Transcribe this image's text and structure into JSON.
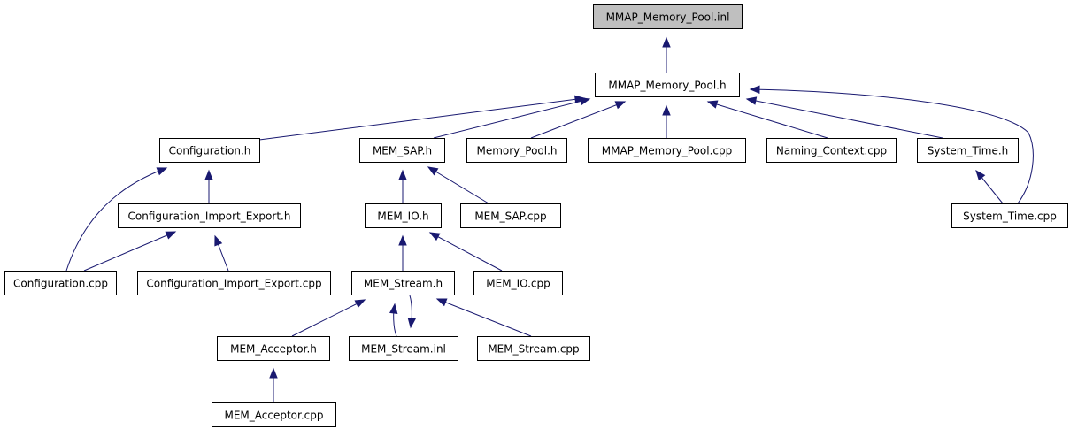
{
  "diagram": {
    "nodes": [
      {
        "id": "root",
        "label": "MMAP_Memory_Pool.inl",
        "highlight": true
      },
      {
        "id": "mmap_h",
        "label": "MMAP_Memory_Pool.h"
      },
      {
        "id": "config_h",
        "label": "Configuration.h"
      },
      {
        "id": "mem_sap_h",
        "label": "MEM_SAP.h"
      },
      {
        "id": "memory_pool_h",
        "label": "Memory_Pool.h"
      },
      {
        "id": "mmap_cpp",
        "label": "MMAP_Memory_Pool.cpp"
      },
      {
        "id": "naming_cpp",
        "label": "Naming_Context.cpp"
      },
      {
        "id": "system_time_h",
        "label": "System_Time.h"
      },
      {
        "id": "config_ie_h",
        "label": "Configuration_Import_Export.h"
      },
      {
        "id": "mem_io_h",
        "label": "MEM_IO.h"
      },
      {
        "id": "mem_sap_cpp",
        "label": "MEM_SAP.cpp"
      },
      {
        "id": "system_time_cpp",
        "label": "System_Time.cpp"
      },
      {
        "id": "config_cpp",
        "label": "Configuration.cpp"
      },
      {
        "id": "config_ie_cpp",
        "label": "Configuration_Import_Export.cpp"
      },
      {
        "id": "mem_stream_h",
        "label": "MEM_Stream.h"
      },
      {
        "id": "mem_io_cpp",
        "label": "MEM_IO.cpp"
      },
      {
        "id": "mem_acceptor_h",
        "label": "MEM_Acceptor.h"
      },
      {
        "id": "mem_stream_inl",
        "label": "MEM_Stream.inl"
      },
      {
        "id": "mem_stream_cpp",
        "label": "MEM_Stream.cpp"
      },
      {
        "id": "mem_acceptor_cpp",
        "label": "MEM_Acceptor.cpp"
      }
    ],
    "edges": [
      {
        "from": "mmap_h",
        "to": "root"
      },
      {
        "from": "config_h",
        "to": "mmap_h"
      },
      {
        "from": "mem_sap_h",
        "to": "mmap_h"
      },
      {
        "from": "memory_pool_h",
        "to": "mmap_h"
      },
      {
        "from": "mmap_cpp",
        "to": "mmap_h"
      },
      {
        "from": "naming_cpp",
        "to": "mmap_h"
      },
      {
        "from": "system_time_h",
        "to": "mmap_h"
      },
      {
        "from": "system_time_cpp",
        "to": "mmap_h"
      },
      {
        "from": "config_ie_h",
        "to": "config_h"
      },
      {
        "from": "config_cpp",
        "to": "config_h"
      },
      {
        "from": "config_cpp",
        "to": "config_ie_h"
      },
      {
        "from": "config_ie_cpp",
        "to": "config_ie_h"
      },
      {
        "from": "mem_io_h",
        "to": "mem_sap_h"
      },
      {
        "from": "mem_sap_cpp",
        "to": "mem_sap_h"
      },
      {
        "from": "system_time_cpp",
        "to": "system_time_h"
      },
      {
        "from": "mem_stream_h",
        "to": "mem_io_h"
      },
      {
        "from": "mem_io_cpp",
        "to": "mem_io_h"
      },
      {
        "from": "mem_acceptor_h",
        "to": "mem_stream_h"
      },
      {
        "from": "mem_stream_inl",
        "to": "mem_stream_h"
      },
      {
        "from": "mem_stream_h",
        "to": "mem_stream_inl"
      },
      {
        "from": "mem_stream_cpp",
        "to": "mem_stream_h"
      },
      {
        "from": "mem_acceptor_cpp",
        "to": "mem_acceptor_h"
      }
    ],
    "colors": {
      "edge": "#191970",
      "node_fill": "#ffffff",
      "node_highlight_fill": "#bfbfbf",
      "node_border": "#000000"
    }
  }
}
